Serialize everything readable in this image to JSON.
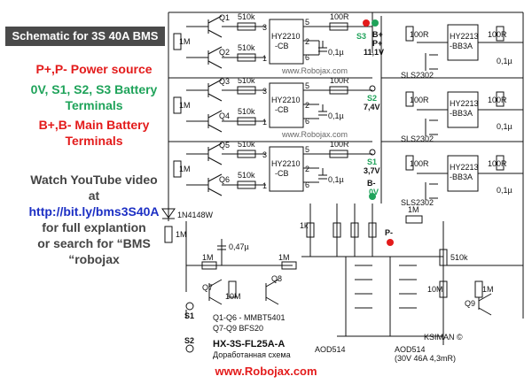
{
  "banner": "Schematic for 3S 40A BMS",
  "notes": {
    "power_1": "P+,P-  Power source",
    "battery_1": "0V, S1, S2, S3 Battery",
    "battery_2": "Terminals",
    "main_1": "B+,B-  Main Battery",
    "main_2": "Terminals",
    "watch_1": "Watch YouTube video",
    "watch_2": "at",
    "link": "http://bit.ly/bms3S40A",
    "for_1": "for full explantion",
    "for_2": "or search for “BMS",
    "for_3": "“robojax"
  },
  "footer": "www.Robojax.com",
  "colors": {
    "red": "#e31b1b",
    "green": "#1fa35a",
    "blue": "#1c2fc4",
    "gray": "#4a4a4a"
  },
  "schematic": {
    "q1": "Q1",
    "q2": "Q2",
    "q3": "Q3",
    "q4": "Q4",
    "q5": "Q5",
    "q6": "Q6",
    "q7": "Q7",
    "q8": "Q8",
    "q9": "Q9",
    "r510k": "510k",
    "r100r": "100R",
    "r1m": "1M",
    "r10m": "10M",
    "r1k": "1k",
    "cap01": "0,1µ",
    "cap047": "0,47µ",
    "ic2210": "HY2210",
    "ic2210b": "-CB",
    "ic2213": "HY2213",
    "ic2213b": "-BB3A",
    "sls": "SLS2302",
    "diode": "1N4148W",
    "s3": "S3",
    "bplus": "B+",
    "pplus": "P+",
    "v111": "11,1V",
    "s2": "S2",
    "v74": "7,4V",
    "s1": "S1",
    "v37": "3,7V",
    "bminus": "B-",
    "zerov": "0V",
    "pminus": "P-",
    "s1b": "S1",
    "s2b": "S2",
    "wm": "www.Robojax.com",
    "q_types_1": "Q1-Q6 - MMBT5401",
    "q_types_2": "Q7-Q9 BFS20",
    "model": "HX-3S-FL25A-A",
    "mod_ru": "Доработанная схема",
    "aod": "AOD514",
    "aod_spec": "(30V 46A 4,3mR)",
    "ksiman": "KSIMAN ©",
    "p1": "1",
    "p2": "2",
    "p3": "3",
    "p5": "5",
    "p6": "6"
  }
}
